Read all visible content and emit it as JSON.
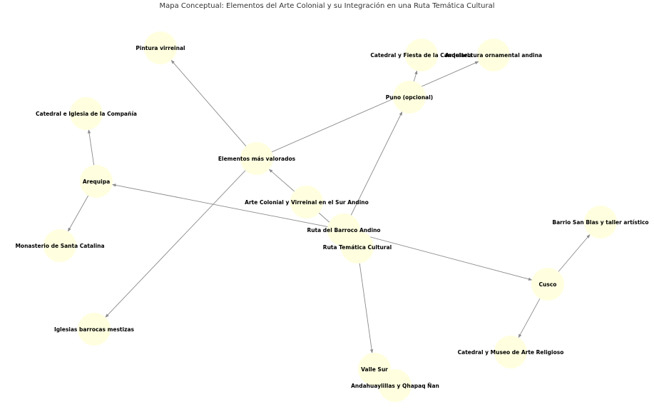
{
  "title": "Mapa Conceptual: Elementos del Arte Colonial y su Integración en una Ruta Temática Cultural",
  "colors": {
    "node_fill": "#ffffe0",
    "edge": "#8a8a8a",
    "label": "#000000"
  },
  "nodes": [
    {
      "id": "root",
      "label": "Arte Colonial y Virreinal en el Sur Andino"
    },
    {
      "id": "elementos",
      "label": "Elementos más valorados"
    },
    {
      "id": "pintura",
      "label": "Pintura virreinal"
    },
    {
      "id": "iglesias",
      "label": "Iglesias barrocas mestizas"
    },
    {
      "id": "arquitectura",
      "label": "Arquitectura ornamental andina"
    },
    {
      "id": "ruta",
      "label": "Ruta Temática Cultural"
    },
    {
      "id": "barroco",
      "label": "Ruta del Barroco Andino"
    },
    {
      "id": "arequipa",
      "label": "Arequipa"
    },
    {
      "id": "catedral_compania",
      "label": "Catedral e Iglesia de la Compañía"
    },
    {
      "id": "santa_catalina",
      "label": "Monasterio de Santa Catalina"
    },
    {
      "id": "puno",
      "label": "Puno (opcional)"
    },
    {
      "id": "catedral_candelaria",
      "label": "Catedral y Fiesta de la Candelaria"
    },
    {
      "id": "cusco",
      "label": "Cusco"
    },
    {
      "id": "san_blas",
      "label": "Barrio San Blas y taller artístico"
    },
    {
      "id": "catedral_museo",
      "label": "Catedral y Museo de Arte Religioso"
    },
    {
      "id": "valle_sur",
      "label": "Valle Sur"
    },
    {
      "id": "andahuaylillas",
      "label": "Andahuaylillas y Qhapaq Ñan"
    }
  ],
  "edges": [
    [
      "root",
      "elementos"
    ],
    [
      "root",
      "ruta"
    ],
    [
      "elementos",
      "pintura"
    ],
    [
      "elementos",
      "iglesias"
    ],
    [
      "elementos",
      "arquitectura"
    ],
    [
      "barroco",
      "arequipa"
    ],
    [
      "barroco",
      "puno"
    ],
    [
      "barroco",
      "cusco"
    ],
    [
      "ruta",
      "valle_sur"
    ],
    [
      "arequipa",
      "catedral_compania"
    ],
    [
      "arequipa",
      "santa_catalina"
    ],
    [
      "puno",
      "catedral_candelaria"
    ],
    [
      "cusco",
      "san_blas"
    ],
    [
      "cusco",
      "catedral_museo"
    ],
    [
      "valle_sur",
      "andahuaylillas"
    ]
  ]
}
